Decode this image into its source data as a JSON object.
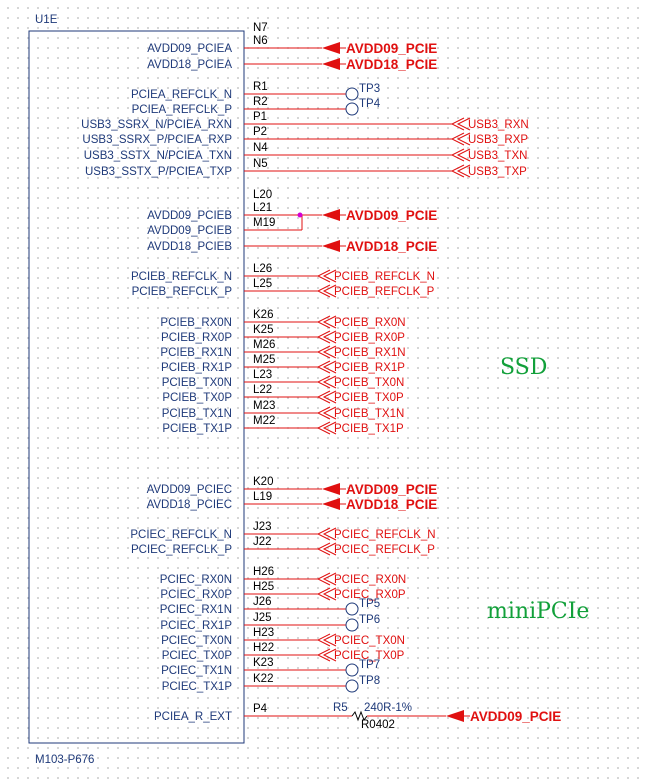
{
  "component": {
    "ref": "U1E",
    "part": "M103-P676",
    "pins": [
      {
        "name": "AVDD09_PCIEA",
        "nums": [
          "N7",
          "N6"
        ],
        "net": {
          "kind": "power",
          "label": "AVDD09_PCIE"
        }
      },
      {
        "name": "AVDD18_PCIEA",
        "nums": [],
        "net": {
          "kind": "power",
          "label": "AVDD18_PCIE"
        }
      },
      {
        "name": "PCIEA_REFCLK_N",
        "nums": [
          "R1"
        ],
        "net": {
          "kind": "tp",
          "label": "TP3"
        }
      },
      {
        "name": "PCIEA_REFCLK_P",
        "nums": [
          "R2"
        ],
        "net": {
          "kind": "tp",
          "label": "TP4"
        }
      },
      {
        "name": "USB3_SSRX_N/PCIEA_RXN",
        "nums": [
          "P1"
        ],
        "net": {
          "kind": "port",
          "label": "USB3_RXN"
        }
      },
      {
        "name": "USB3_SSRX_P/PCIEA_RXP",
        "nums": [
          "P2"
        ],
        "net": {
          "kind": "port",
          "label": "USB3_RXP"
        }
      },
      {
        "name": "USB3_SSTX_N/PCIEA_TXN",
        "nums": [
          "N4"
        ],
        "net": {
          "kind": "port",
          "label": "USB3_TXN"
        }
      },
      {
        "name": "USB3_SSTX_P/PCIEA_TXP",
        "nums": [
          "N5"
        ],
        "net": {
          "kind": "port",
          "label": "USB3_TXP"
        }
      },
      {
        "name": "AVDD09_PCIEB",
        "nums": [
          "L20",
          "L21"
        ],
        "net": {
          "kind": "power",
          "label": "AVDD09_PCIE"
        }
      },
      {
        "name": "AVDD09_PCIEB",
        "nums": [
          "M19"
        ],
        "net": {
          "kind": "junction",
          "label": ""
        }
      },
      {
        "name": "AVDD18_PCIEB",
        "nums": [],
        "net": {
          "kind": "power",
          "label": "AVDD18_PCIE"
        }
      },
      {
        "name": "PCIEB_REFCLK_N",
        "nums": [
          "L26"
        ],
        "net": {
          "kind": "port",
          "label": "PCIEB_REFCLK_N"
        }
      },
      {
        "name": "PCIEB_REFCLK_P",
        "nums": [
          "L25"
        ],
        "net": {
          "kind": "port",
          "label": "PCIEB_REFCLK_P"
        }
      },
      {
        "name": "PCIEB_RX0N",
        "nums": [
          "K26"
        ],
        "net": {
          "kind": "port",
          "label": "PCIEB_RX0N"
        }
      },
      {
        "name": "PCIEB_RX0P",
        "nums": [
          "K25"
        ],
        "net": {
          "kind": "port",
          "label": "PCIEB_RX0P"
        }
      },
      {
        "name": "PCIEB_RX1N",
        "nums": [
          "M26"
        ],
        "net": {
          "kind": "port",
          "label": "PCIEB_RX1N"
        }
      },
      {
        "name": "PCIEB_RX1P",
        "nums": [
          "M25"
        ],
        "net": {
          "kind": "port",
          "label": "PCIEB_RX1P"
        }
      },
      {
        "name": "PCIEB_TX0N",
        "nums": [
          "L23"
        ],
        "net": {
          "kind": "port",
          "label": "PCIEB_TX0N"
        }
      },
      {
        "name": "PCIEB_TX0P",
        "nums": [
          "L22"
        ],
        "net": {
          "kind": "port",
          "label": "PCIEB_TX0P"
        }
      },
      {
        "name": "PCIEB_TX1N",
        "nums": [
          "M23"
        ],
        "net": {
          "kind": "port",
          "label": "PCIEB_TX1N"
        }
      },
      {
        "name": "PCIEB_TX1P",
        "nums": [
          "M22"
        ],
        "net": {
          "kind": "port",
          "label": "PCIEB_TX1P"
        }
      },
      {
        "name": "AVDD09_PCIEC",
        "nums": [
          "K20"
        ],
        "net": {
          "kind": "power",
          "label": "AVDD09_PCIE"
        }
      },
      {
        "name": "AVDD18_PCIEC",
        "nums": [
          "L19"
        ],
        "net": {
          "kind": "power",
          "label": "AVDD18_PCIE"
        }
      },
      {
        "name": "PCIEC_REFCLK_N",
        "nums": [
          "J23"
        ],
        "net": {
          "kind": "port",
          "label": "PCIEC_REFCLK_N"
        }
      },
      {
        "name": "PCIEC_REFCLK_P",
        "nums": [
          "J22"
        ],
        "net": {
          "kind": "port",
          "label": "PCIEC_REFCLK_P"
        }
      },
      {
        "name": "PCIEC_RX0N",
        "nums": [
          "H26"
        ],
        "net": {
          "kind": "port",
          "label": "PCIEC_RX0N"
        }
      },
      {
        "name": "PCIEC_RX0P",
        "nums": [
          "H25"
        ],
        "net": {
          "kind": "port",
          "label": "PCIEC_RX0P"
        }
      },
      {
        "name": "PCIEC_RX1N",
        "nums": [
          "J26"
        ],
        "net": {
          "kind": "tp",
          "label": "TP5"
        }
      },
      {
        "name": "PCIEC_RX1P",
        "nums": [
          "J25"
        ],
        "net": {
          "kind": "tp",
          "label": "TP6"
        }
      },
      {
        "name": "PCIEC_TX0N",
        "nums": [
          "H23"
        ],
        "net": {
          "kind": "port",
          "label": "PCIEC_TX0N"
        }
      },
      {
        "name": "PCIEC_TX0P",
        "nums": [
          "H22"
        ],
        "net": {
          "kind": "port",
          "label": "PCIEC_TX0P"
        }
      },
      {
        "name": "PCIEC_TX1N",
        "nums": [
          "K23"
        ],
        "net": {
          "kind": "tp",
          "label": "TP7"
        }
      },
      {
        "name": "PCIEC_TX1P",
        "nums": [
          "K22"
        ],
        "net": {
          "kind": "tp",
          "label": "TP8"
        }
      },
      {
        "name": "PCIEA_R_EXT",
        "nums": [
          "P4"
        ],
        "net": {
          "kind": "resistor",
          "label": "AVDD09_PCIE",
          "ref": "R5",
          "value": "240R-1%",
          "footprint": "R0402"
        }
      }
    ]
  },
  "sections": [
    "SSD",
    "miniPCIe"
  ],
  "colors": {
    "wire": "#e01010",
    "pin_name": "#1f3a7a",
    "box": "#1f3a7a",
    "section": "#12a03a",
    "junction": "#d400d4"
  }
}
